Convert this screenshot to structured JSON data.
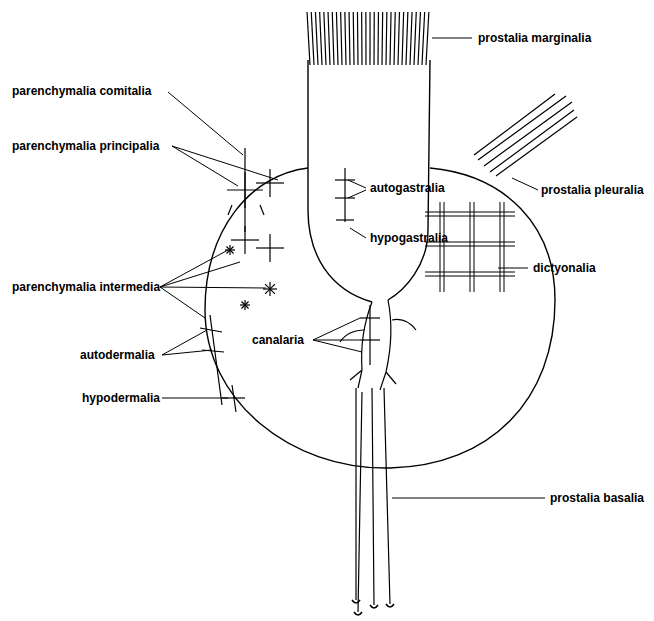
{
  "diagram": {
    "labels": [
      "prostalia marginalia",
      "parenchymalia comitalia",
      "parenchymalia principalia",
      "autogastralia",
      "prostalia pleuralia",
      "hypogastralia",
      "dictyonalia",
      "parenchymalia intermedia",
      "canalaria",
      "autodermalia",
      "hypodermalia",
      "prostalia basalia"
    ]
  }
}
